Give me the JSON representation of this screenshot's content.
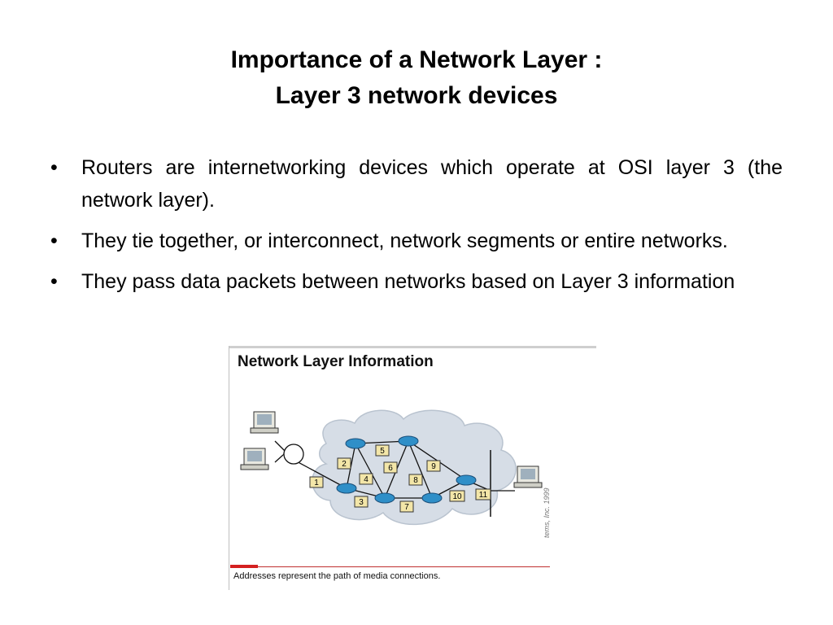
{
  "slide": {
    "title_line1": "Importance of a Network Layer :",
    "title_line2": "Layer 3 network devices",
    "bullets": [
      "Routers are internetworking devices which operate at OSI layer 3 (the network layer).",
      "They tie together, or interconnect, network segments or entire networks.",
      "They pass data packets between networks based on Layer 3 information"
    ]
  },
  "figure": {
    "title": "Network Layer Information",
    "caption": "Addresses represent the path of media connections.",
    "credit": "tems, Inc. 1999",
    "links": [
      "1",
      "2",
      "3",
      "4",
      "5",
      "6",
      "7",
      "8",
      "9",
      "10",
      "11"
    ]
  }
}
